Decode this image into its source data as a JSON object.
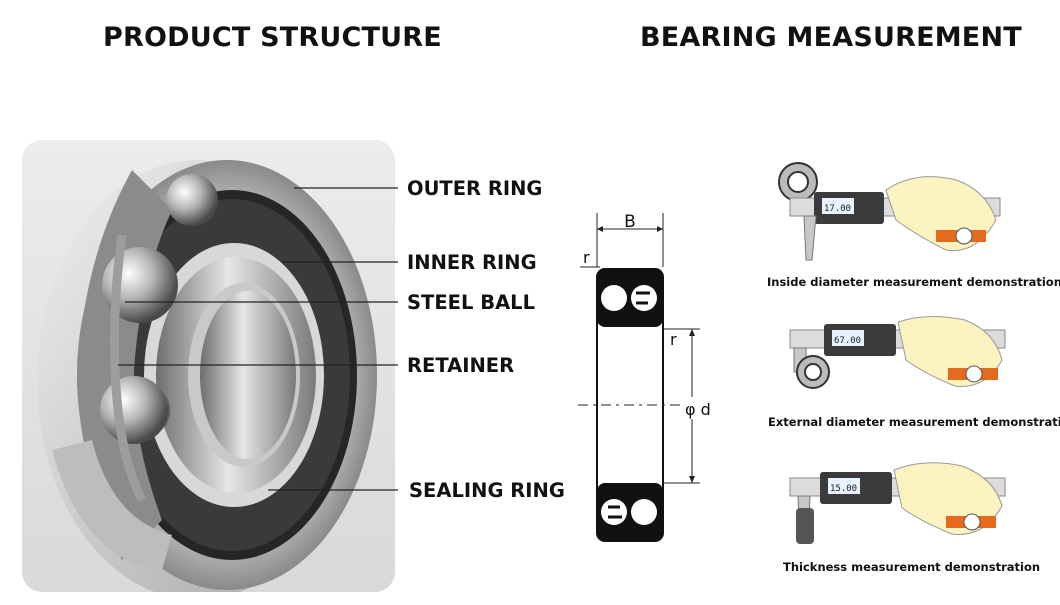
{
  "headings": {
    "product_structure": "PRODUCT STRUCTURE",
    "bearing_measurement": "BEARING MEASUREMENT"
  },
  "parts": [
    {
      "label": "OUTER RING"
    },
    {
      "label": "INNER RING"
    },
    {
      "label": "STEEL BALL"
    },
    {
      "label": "RETAINER"
    },
    {
      "label": "SEALING RING"
    }
  ],
  "drawing": {
    "width_symbol": "B",
    "radius_symbol": "r",
    "bore_symbol": "φ d"
  },
  "demos": [
    {
      "caption": "Inside diameter measurement demonstration",
      "reading": "17.00"
    },
    {
      "caption": "External diameter measurement demonstration",
      "reading": "67.00"
    },
    {
      "caption": "Thickness measurement demonstration",
      "reading": "15.00"
    }
  ]
}
